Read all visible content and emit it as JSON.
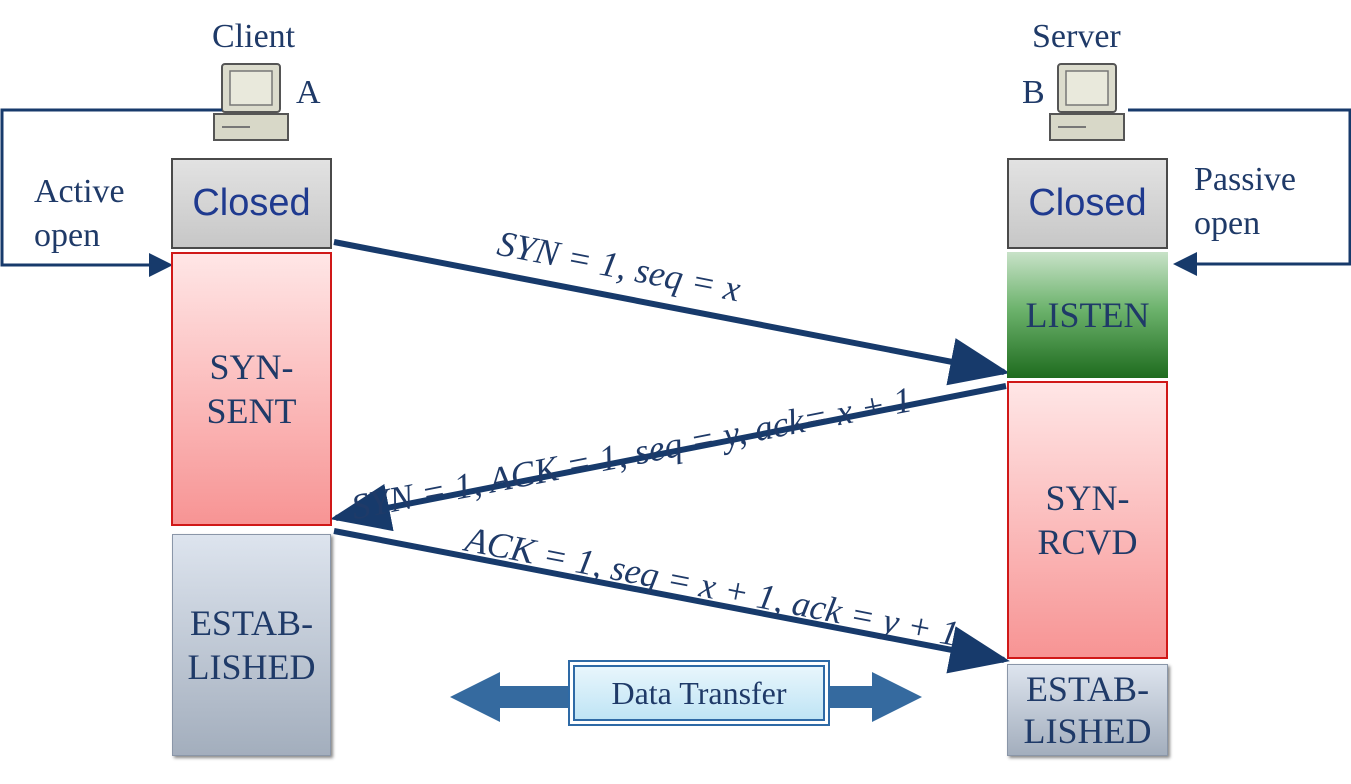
{
  "client": {
    "title": "Client",
    "host_label": "A"
  },
  "server": {
    "title": "Server",
    "host_label": "B"
  },
  "client_side": {
    "open_label": [
      "Active",
      "open"
    ],
    "closed": "Closed",
    "syn_sent": [
      "SYN-",
      "SENT"
    ],
    "established": [
      "ESTAB-",
      "LISHED"
    ]
  },
  "server_side": {
    "open_label": [
      "Passive",
      "open"
    ],
    "closed": "Closed",
    "listen": "LISTEN",
    "syn_rcvd": [
      "SYN-",
      "RCVD"
    ],
    "established": [
      "ESTAB-",
      "LISHED"
    ]
  },
  "messages": [
    "SYN = 1, seq = x",
    "SYN = 1, ACK = 1, seq = y, ack= x + 1",
    "ACK = 1, seq = x + 1, ack = y + 1"
  ],
  "data_transfer": "Data Transfer",
  "colors": {
    "text": "#1f3a68",
    "arrow": "#173a6b",
    "data_arrow": "#356a9f",
    "closed_text": "#1f3a8f",
    "syn_border": "#d01818"
  }
}
